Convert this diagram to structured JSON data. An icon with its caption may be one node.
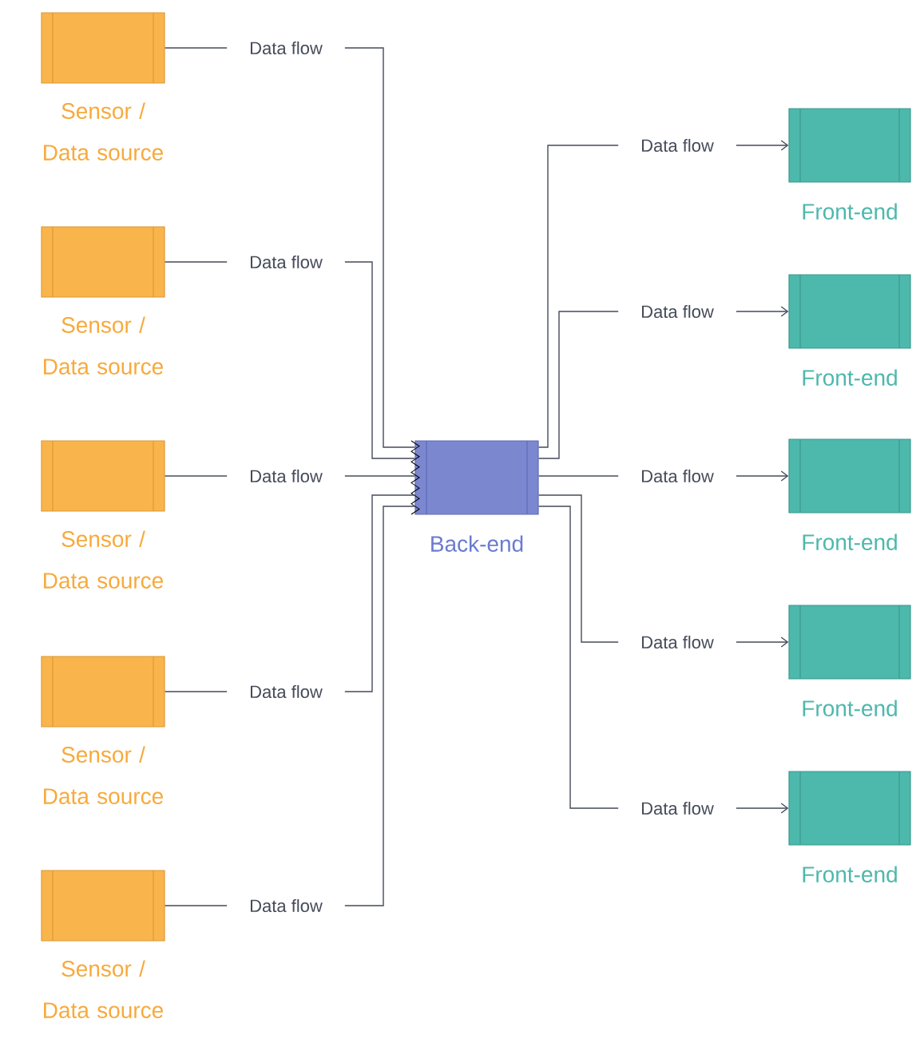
{
  "diagram": {
    "nodes": [
      {
        "text": [
          "Sensor / Data source"
        ]
      },
      {
        "text": [
          "Sensor / Data source"
        ]
      },
      {
        "text": [
          "Sensor / Data source"
        ]
      },
      {
        "text": [
          "Sensor / Data source"
        ]
      },
      {
        "text": [
          "Sensor / Data source"
        ]
      },
      {
        "text": [
          "Back-end"
        ]
      },
      {
        "text": [
          "Front-end"
        ]
      },
      {
        "text": [
          "Front-end"
        ]
      },
      {
        "text": [
          "Front-end"
        ]
      },
      {
        "text": [
          "Front-end"
        ]
      },
      {
        "text": [
          "Front-end"
        ]
      }
    ],
    "edges": [
      {
        "from": 0,
        "to": 5,
        "arrow": "none",
        "label": "Data flow"
      },
      {
        "from": 1,
        "to": 5,
        "arrow": "none",
        "label": "Data flow"
      },
      {
        "from": 2,
        "to": 5,
        "arrow": "none",
        "label": "Data flow"
      },
      {
        "from": 3,
        "to": 5,
        "arrow": "none",
        "label": "Data flow"
      },
      {
        "from": 4,
        "to": 5,
        "arrow": "none",
        "label": "Data flow"
      },
      {
        "from": 5,
        "to": 6,
        "arrow": "to",
        "label": "Data flow"
      },
      {
        "from": 5,
        "to": 7,
        "arrow": "to",
        "label": "Data flow"
      },
      {
        "from": 5,
        "to": 8,
        "arrow": "to",
        "label": "Data flow"
      },
      {
        "from": 5,
        "to": 9,
        "arrow": "to",
        "label": "Data flow"
      },
      {
        "from": 5,
        "to": 10,
        "arrow": "to",
        "label": "Data flow"
      }
    ]
  }
}
